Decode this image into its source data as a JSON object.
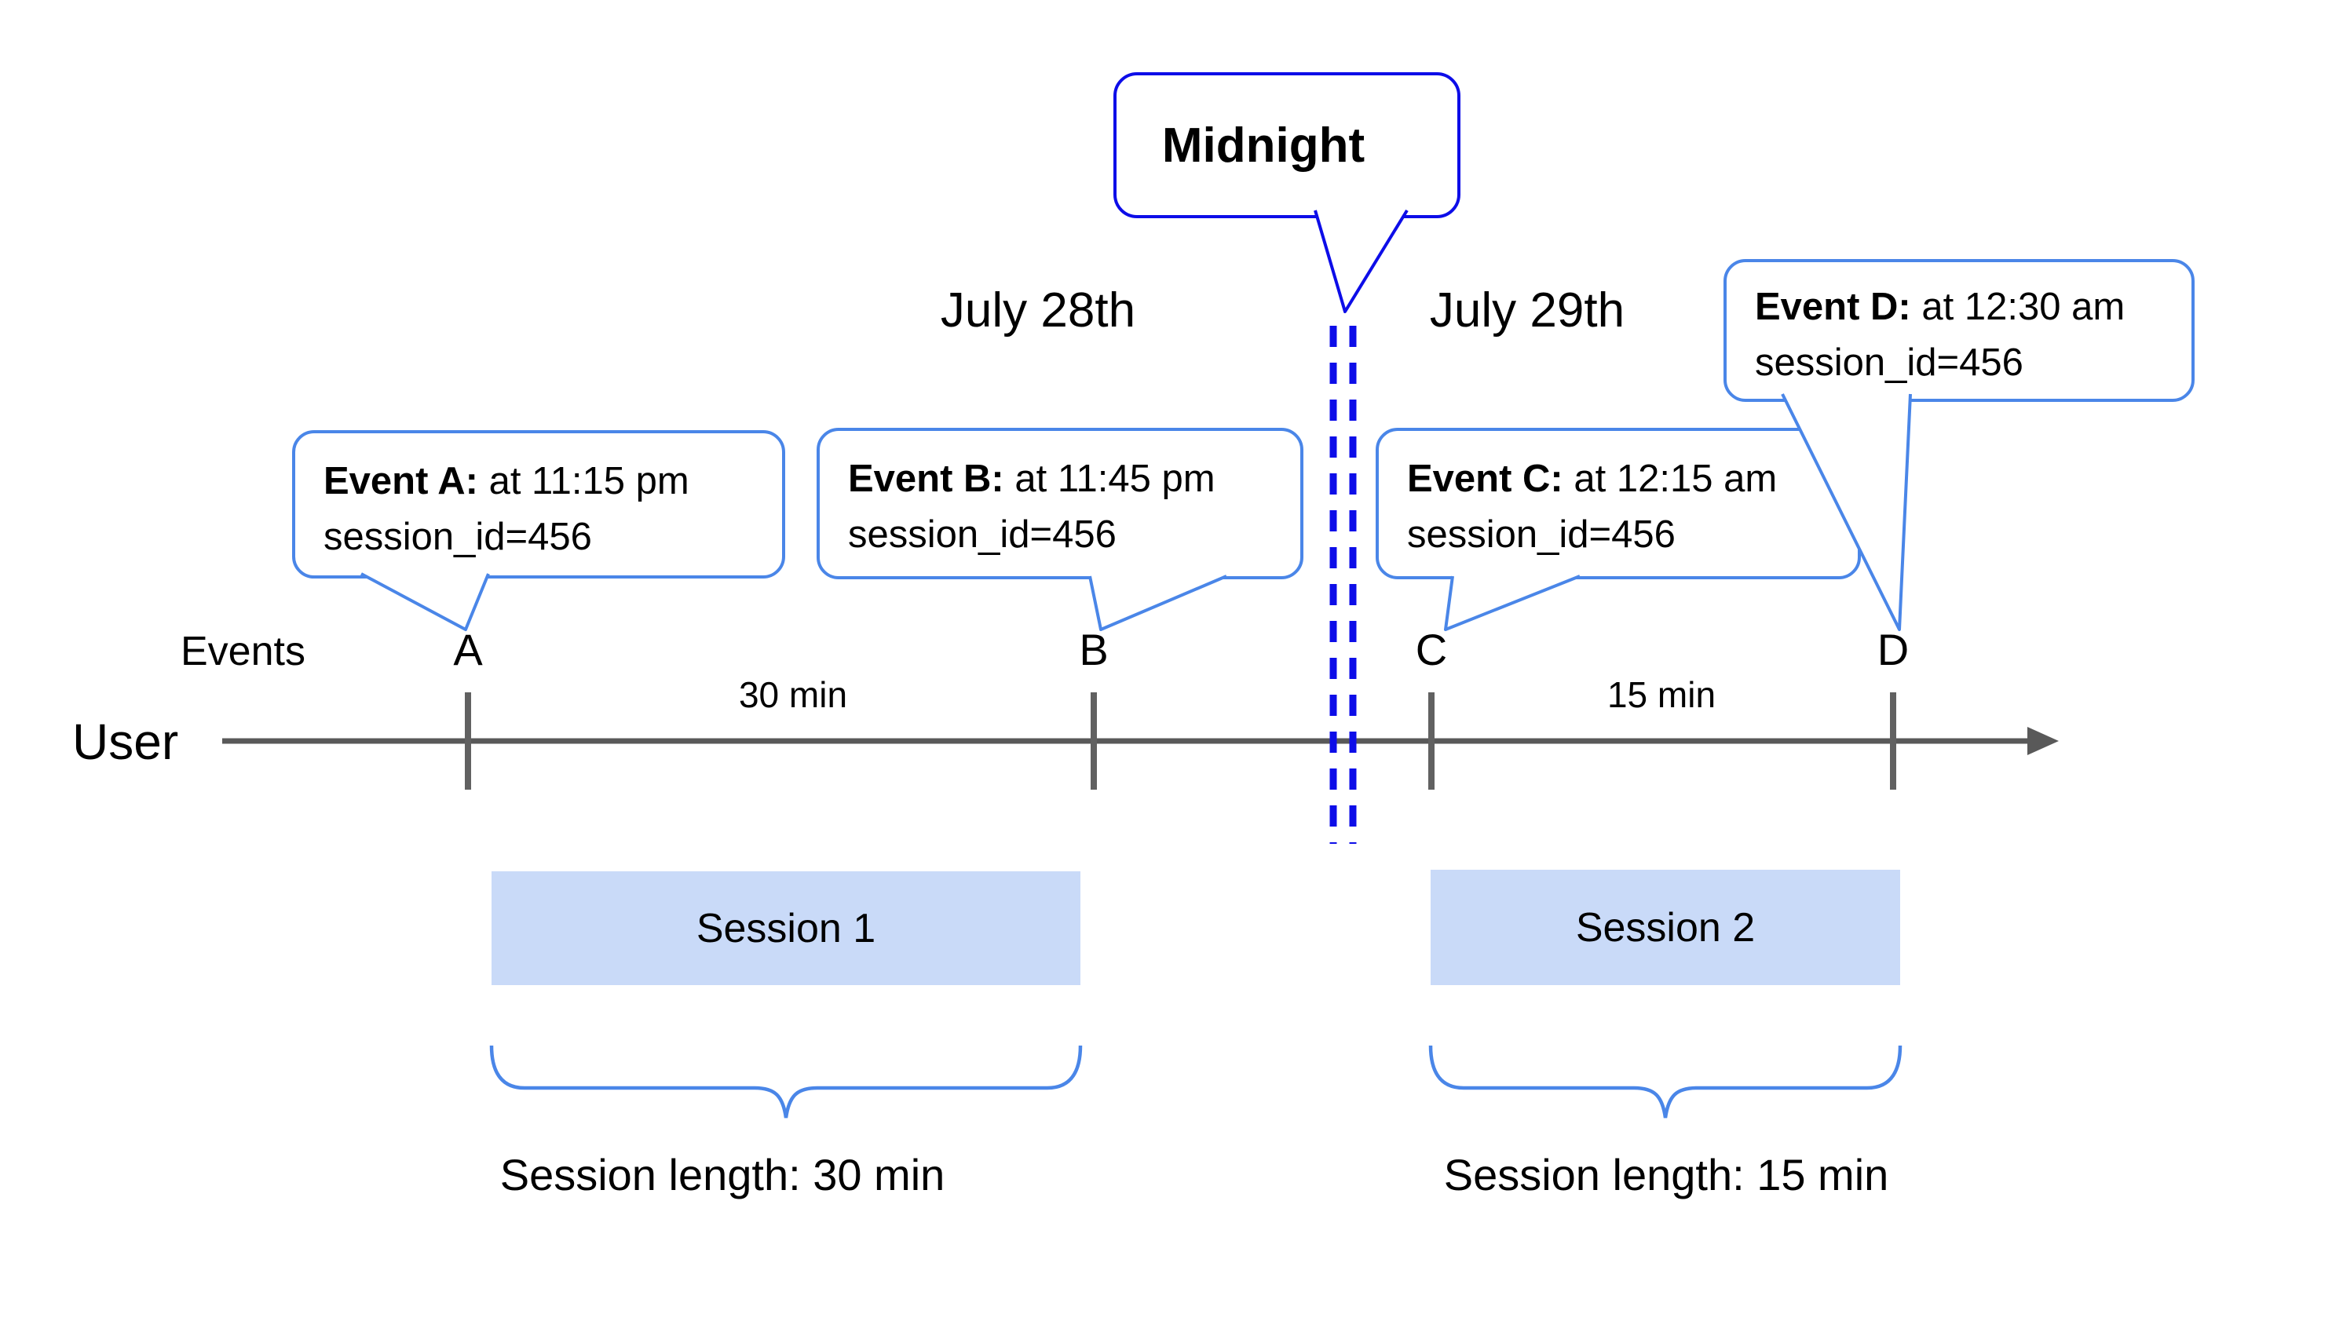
{
  "midnight": {
    "label": "Midnight"
  },
  "dates": {
    "left": "July 28th",
    "right": "July 29th"
  },
  "event_callouts": [
    {
      "letter": "A",
      "title": "Event A:",
      "time": "at 11:15 pm",
      "session": "session_id=456"
    },
    {
      "letter": "B",
      "title": "Event B:",
      "time": "at 11:45 pm",
      "session": "session_id=456"
    },
    {
      "letter": "C",
      "title": "Event C:",
      "time": "at 12:15 am",
      "session": "session_id=456"
    },
    {
      "letter": "D",
      "title": "Event D:",
      "time": "at 12:30 am",
      "session": "session_id=456"
    }
  ],
  "axis": {
    "events_row_label": "Events",
    "user_label": "User",
    "tick_letters": [
      "A",
      "B",
      "C",
      "D"
    ]
  },
  "gaps": [
    {
      "label": "30 min"
    },
    {
      "label": "15 min"
    }
  ],
  "sessions": [
    {
      "name": "Session 1",
      "length_label": "Session length: 30 min"
    },
    {
      "name": "Session 2",
      "length_label": "Session length: 15 min"
    }
  ],
  "colors": {
    "callout_border_blue": "#4a86e8",
    "midnight_blue": "#0d0de8",
    "dashed_line_blue": "#0d0de8",
    "brace_blue": "#4a86e8",
    "session_fill": "#c9daf8",
    "timeline_gray": "#595959",
    "tick_gray": "#616161",
    "text_black": "#000000",
    "background": "#ffffff"
  }
}
